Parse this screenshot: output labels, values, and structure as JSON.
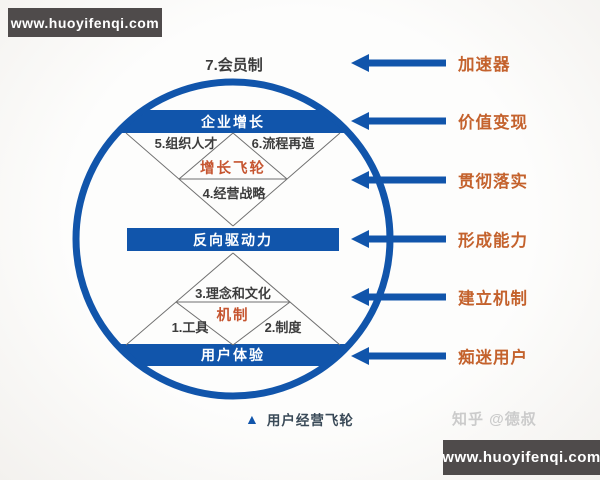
{
  "banners": {
    "top_left": "www.huoyifenqi.com",
    "bottom_right": "www.huoyifenqi.com"
  },
  "watermark": {
    "text": "知乎 @德叔"
  },
  "diagram": {
    "top_outside_label": "7.会员制",
    "upper": {
      "bar": "企业增长",
      "left": "5.组织人才",
      "right": "6.流程再造",
      "core": "增长飞轮",
      "bottom": "4.经营战略"
    },
    "middle_bar": "反向驱动力",
    "lower": {
      "top": "3.理念和文化",
      "core": "机制",
      "left": "1.工具",
      "right": "2.制度",
      "bar": "用户体验"
    },
    "caption": {
      "icon": "▲",
      "text": "用户经营飞轮"
    }
  },
  "annotations": [
    {
      "label": "加速器"
    },
    {
      "label": "价值变现"
    },
    {
      "label": "贯彻落实"
    },
    {
      "label": "形成能力"
    },
    {
      "label": "建立机制"
    },
    {
      "label": "痴迷用户"
    }
  ],
  "colors": {
    "blue": "#1155ab",
    "orange_label": "#c4622d",
    "diamond_red": "#c65530",
    "dark_text": "#3c3c3c",
    "banner_bg": "#4f4b4b",
    "watermark_gray": "#cbcbcb",
    "caption_text": "#3a4a58"
  }
}
